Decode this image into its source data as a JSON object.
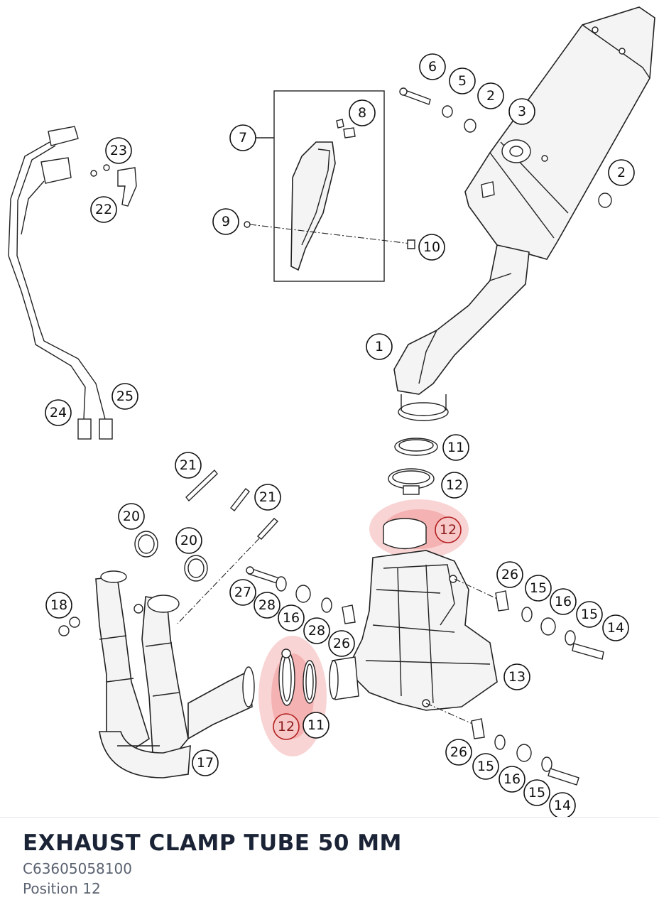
{
  "diagram": {
    "callouts": [
      {
        "label": "6"
      },
      {
        "label": "5"
      },
      {
        "label": "2"
      },
      {
        "label": "3"
      },
      {
        "label": "2"
      },
      {
        "label": "8"
      },
      {
        "label": "7"
      },
      {
        "label": "9"
      },
      {
        "label": "10"
      },
      {
        "label": "23"
      },
      {
        "label": "22"
      },
      {
        "label": "1"
      },
      {
        "label": "24"
      },
      {
        "label": "25"
      },
      {
        "label": "11"
      },
      {
        "label": "12"
      },
      {
        "label": "21"
      },
      {
        "label": "21"
      },
      {
        "label": "12",
        "highlighted": true
      },
      {
        "label": "20"
      },
      {
        "label": "20"
      },
      {
        "label": "26"
      },
      {
        "label": "15"
      },
      {
        "label": "16"
      },
      {
        "label": "27"
      },
      {
        "label": "15"
      },
      {
        "label": "28"
      },
      {
        "label": "14"
      },
      {
        "label": "18"
      },
      {
        "label": "16"
      },
      {
        "label": "28"
      },
      {
        "label": "26"
      },
      {
        "label": "13"
      },
      {
        "label": "12",
        "highlighted": true
      },
      {
        "label": "11"
      },
      {
        "label": "26"
      },
      {
        "label": "17"
      },
      {
        "label": "15"
      },
      {
        "label": "16"
      },
      {
        "label": "15"
      },
      {
        "label": "14"
      }
    ],
    "highlight_color": "#e23b3b"
  },
  "part": {
    "title": "EXHAUST CLAMP TUBE 50 MM",
    "number": "C63605058100",
    "position": "Position 12"
  }
}
